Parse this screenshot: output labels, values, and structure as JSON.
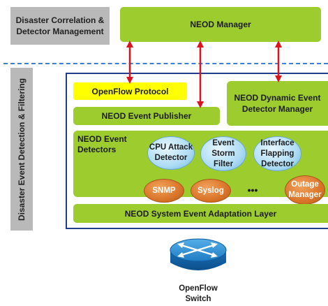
{
  "diagram": {
    "layers": {
      "top_label": "Disaster Correlation & Detector Management",
      "side_label": "Disaster Event Detection & Filtering"
    },
    "boxes": {
      "manager": "NEOD Manager",
      "openflow_protocol": "OpenFlow Protocol",
      "event_publisher": "NEOD Event Publisher",
      "dynamic_manager": "NEOD Dynamic Event Detector Manager",
      "detectors_title": "NEOD Event Detectors",
      "adaptation_layer": "NEOD System Event Adaptation Layer",
      "switch": "OpenFlow Switch"
    },
    "detectors": {
      "cpu": "CPU Attack Detector",
      "storm": "Event Storm Filter",
      "flap": "Interface Flapping Detector",
      "snmp": "SNMP",
      "syslog": "Syslog",
      "ellipsis": "•••",
      "outage": "Outage Manager"
    },
    "colors": {
      "green": "#9dcc2e",
      "yellow": "#ffff00",
      "gray": "#b9b9b9",
      "frame_blue": "#1f3f8a",
      "arrow_red": "#d9141e",
      "dashed_blue": "#3f7fcf"
    }
  }
}
